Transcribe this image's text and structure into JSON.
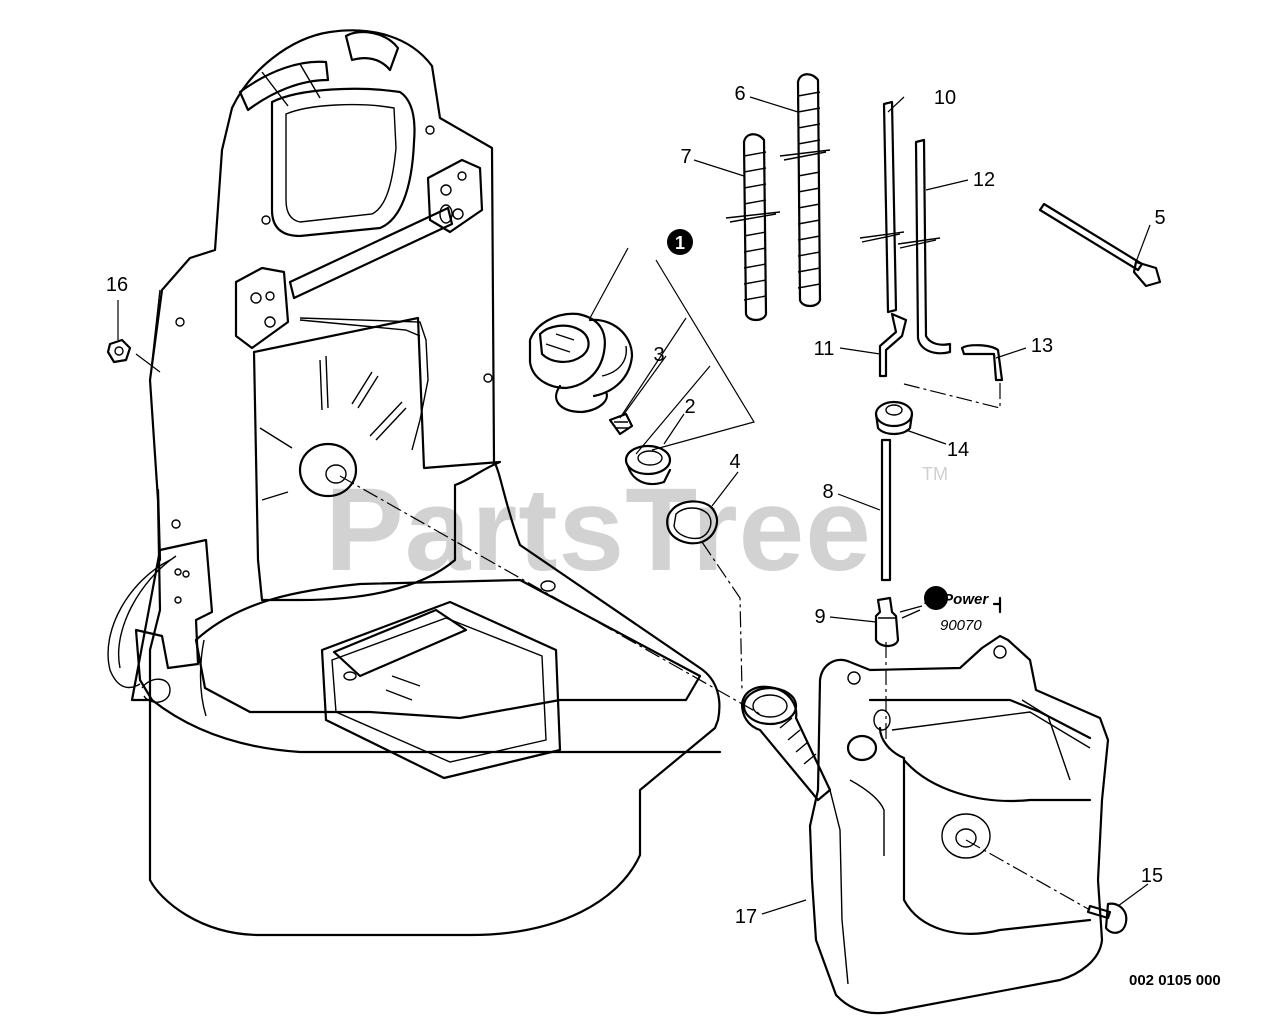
{
  "watermark": {
    "text": "PartsTree",
    "trademark": "TM"
  },
  "diagram_ref": "002 0105 000",
  "kit_marker": "1",
  "repower": {
    "brand": "RePower",
    "part_number": "90070"
  },
  "callouts": [
    {
      "id": "c1",
      "label": "1"
    },
    {
      "id": "c2",
      "label": "2"
    },
    {
      "id": "c3",
      "label": "3"
    },
    {
      "id": "c4",
      "label": "4"
    },
    {
      "id": "c5",
      "label": "5"
    },
    {
      "id": "c6",
      "label": "6"
    },
    {
      "id": "c7",
      "label": "7"
    },
    {
      "id": "c8",
      "label": "8"
    },
    {
      "id": "c9",
      "label": "9"
    },
    {
      "id": "c10",
      "label": "10"
    },
    {
      "id": "c11",
      "label": "11"
    },
    {
      "id": "c12",
      "label": "12"
    },
    {
      "id": "c13",
      "label": "13"
    },
    {
      "id": "c14",
      "label": "14"
    },
    {
      "id": "c15",
      "label": "15"
    },
    {
      "id": "c16",
      "label": "16"
    },
    {
      "id": "c17",
      "label": "17"
    }
  ],
  "colors": {
    "line": "#000000",
    "background": "#ffffff",
    "watermark": "#d2d2d2"
  }
}
